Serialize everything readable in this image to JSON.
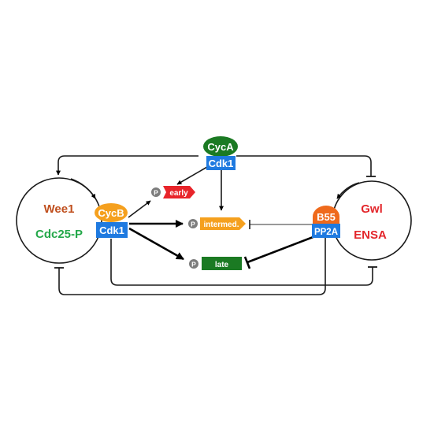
{
  "nodes": {
    "left_loop": {
      "top_label": "Wee1",
      "bottom_label": "Cdc25-P"
    },
    "right_loop": {
      "top_label": "Gwl",
      "bottom_label": "ENSA"
    },
    "cyca_complex": {
      "cyclin": "CycA",
      "kinase": "Cdk1"
    },
    "cycb_complex": {
      "cyclin": "CycB",
      "kinase": "Cdk1"
    },
    "pp2a_complex": {
      "subunit": "B55",
      "phosphatase": "PP2A"
    }
  },
  "substrates": {
    "early": {
      "label": "early",
      "phospho": "P"
    },
    "intermed": {
      "label": "intermed.",
      "phospho": "P"
    },
    "late": {
      "label": "late",
      "phospho": "P"
    }
  },
  "colors": {
    "dark_green": "#1b7a23",
    "blue": "#1f7ae0",
    "orange": "#f5a01e",
    "orange_red": "#ef6a1c",
    "red": "#e8242a",
    "wee1": "#c0501f",
    "cdc25": "#24a84a",
    "gwl_ensa": "#e3262b",
    "phospho_grey": "#7d7d7d"
  }
}
